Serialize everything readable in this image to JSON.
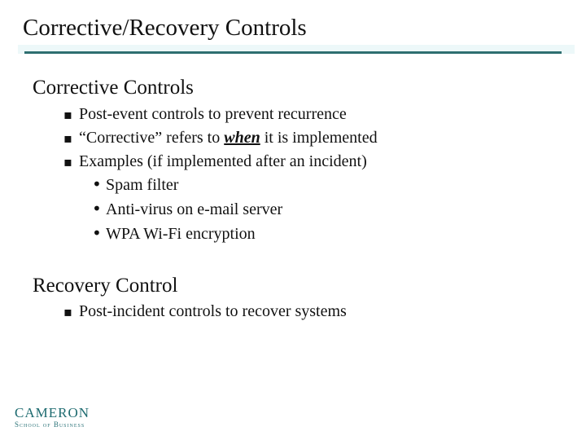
{
  "slide": {
    "title": "Corrective/Recovery Controls"
  },
  "colors": {
    "accent_teal": "#2E6F70",
    "divider_glow": "#edf8f9",
    "logo_teal": "#1E6B70",
    "text": "#111111"
  },
  "glyphs": {
    "level1_bullet": "▪",
    "level2_bullet": "•"
  },
  "corrective": {
    "heading": "Corrective Controls",
    "bullet1": "Post-event controls to prevent recurrence",
    "bullet2_pre": "“Corrective” refers to ",
    "bullet2_emphasis": "when",
    "bullet2_post": " it is implemented",
    "bullet3": "Examples (if implemented after an incident)",
    "sub_bullets": [
      "Spam filter",
      "Anti-virus on e-mail server",
      "WPA Wi-Fi encryption"
    ]
  },
  "recovery": {
    "heading": "Recovery Control",
    "bullet1": "Post-incident controls to recover systems"
  },
  "logo": {
    "line1": "CAMERON",
    "line2": "School of Business"
  }
}
